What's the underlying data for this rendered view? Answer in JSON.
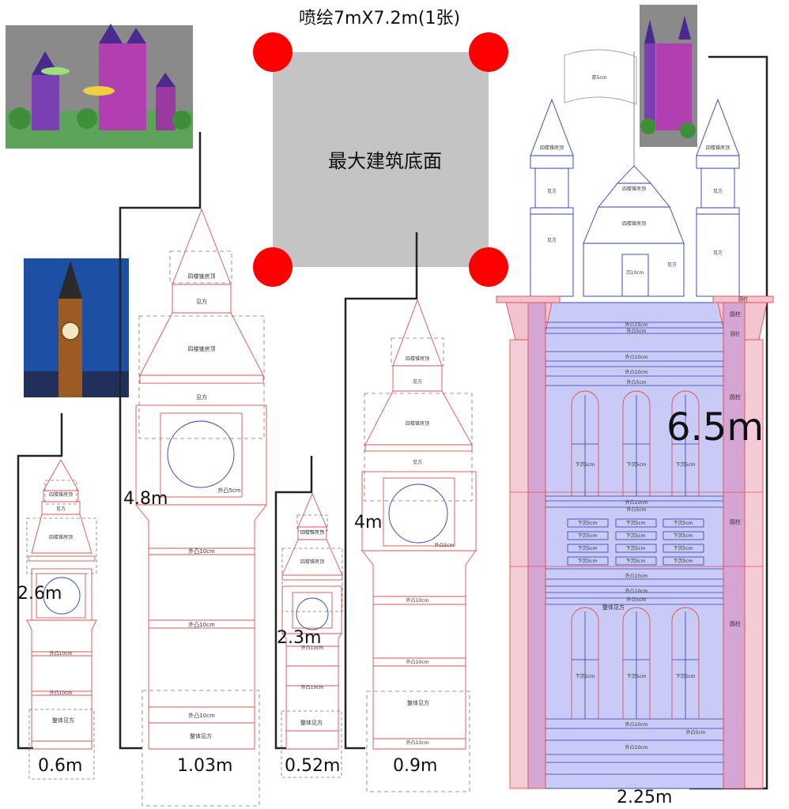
{
  "header": {
    "print_spec": "喷绘7mX7.2m(1张)"
  },
  "base": {
    "label": "最大建筑底面"
  },
  "towers": {
    "t1": {
      "height": "2.6m",
      "width": "0.6m",
      "body_label": "整体见方"
    },
    "t2": {
      "height": "4.8m",
      "width": "1.03m",
      "body_label": "整体见方"
    },
    "t3": {
      "height": "2.3m",
      "width": "0.52m",
      "body_label": "整体见方"
    },
    "t4": {
      "height": "4m",
      "width": "0.9m",
      "body_label": "整体见方"
    }
  },
  "castle": {
    "height": "6.5m",
    "width": "2.25m",
    "body_label": "整体见方"
  },
  "annotations": {
    "roof": "四楼锥房顶",
    "square": "见方",
    "raise5": "外凸5cm",
    "raise10": "外凸10cm",
    "raise15": "外凸15cm",
    "sink5": "下沉5cm",
    "sink10": "沉10cm",
    "column": "圆柱",
    "flag": "厚5cm"
  },
  "images": {
    "castle_photo": "castle-illustration",
    "bigben_photo": "big-ben-photo",
    "castle_thumb": "castle-thumbnail"
  },
  "colors": {
    "red_line": "#e05050",
    "blue_line": "#2a3fb8",
    "castle_fill": "#c9caf5",
    "column_fill": "#f3c3cf",
    "base_gray": "#c4c4c4",
    "corner_red": "#ff0000"
  }
}
